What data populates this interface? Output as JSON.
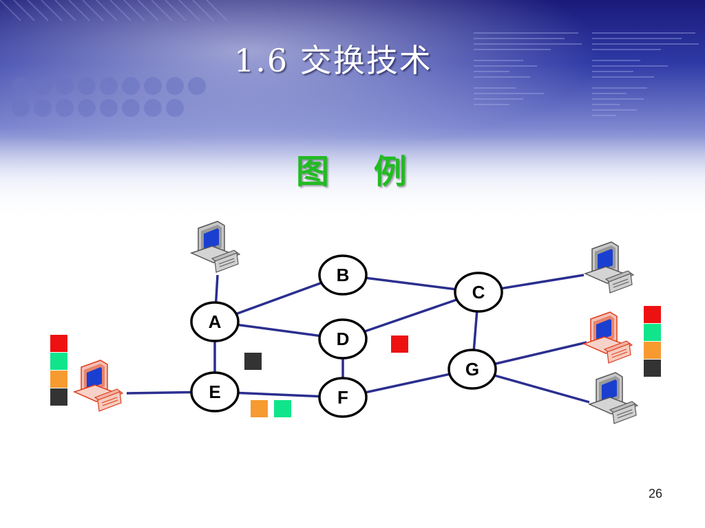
{
  "slide": {
    "title": "1.6  交换技术",
    "legend_title": "图  例",
    "page_number": "26"
  },
  "colors": {
    "title_text": "#ffffff",
    "legend_title": "#22bb22",
    "link": "#2b2f8f",
    "node_stroke": "#000000",
    "node_fill": "#ffffff",
    "packet_red": "#ee1111",
    "packet_green": "#11e58c",
    "packet_orange": "#f79a30",
    "packet_dark": "#333333",
    "computer_gray": "#c8c8c8",
    "computer_active": "#e03a1a",
    "screen_blue": "#1a3fd0"
  },
  "network": {
    "nodes": [
      {
        "id": "A",
        "label": "A"
      },
      {
        "id": "B",
        "label": "B"
      },
      {
        "id": "C",
        "label": "C"
      },
      {
        "id": "D",
        "label": "D"
      },
      {
        "id": "E",
        "label": "E"
      },
      {
        "id": "F",
        "label": "F"
      },
      {
        "id": "G",
        "label": "G"
      }
    ],
    "links": [
      [
        "A",
        "B"
      ],
      [
        "A",
        "D"
      ],
      [
        "A",
        "E"
      ],
      [
        "B",
        "C"
      ],
      [
        "D",
        "C"
      ],
      [
        "D",
        "F"
      ],
      [
        "E",
        "F"
      ],
      [
        "F",
        "G"
      ],
      [
        "C",
        "G"
      ],
      [
        "A",
        "host-top"
      ],
      [
        "E",
        "host-left"
      ],
      [
        "C",
        "host-right-top"
      ],
      [
        "G",
        "host-right-mid"
      ],
      [
        "G",
        "host-right-bottom"
      ]
    ],
    "hosts": [
      {
        "id": "host-top",
        "state": "idle"
      },
      {
        "id": "host-left",
        "state": "active"
      },
      {
        "id": "host-right-top",
        "state": "idle"
      },
      {
        "id": "host-right-mid",
        "state": "active"
      },
      {
        "id": "host-right-bottom",
        "state": "idle"
      }
    ],
    "packet_stacks": [
      {
        "id": "left-stack",
        "colors": [
          "packet_red",
          "packet_green",
          "packet_orange",
          "packet_dark"
        ]
      },
      {
        "id": "right-stack",
        "colors": [
          "packet_red",
          "packet_green",
          "packet_orange",
          "packet_dark"
        ]
      }
    ],
    "packets": [
      {
        "id": "packet-near-a",
        "color": "packet_dark"
      },
      {
        "id": "packet-near-d",
        "color": "packet_red"
      },
      {
        "id": "packet-near-e-orange",
        "color": "packet_orange"
      },
      {
        "id": "packet-near-e-green",
        "color": "packet_green"
      }
    ]
  }
}
